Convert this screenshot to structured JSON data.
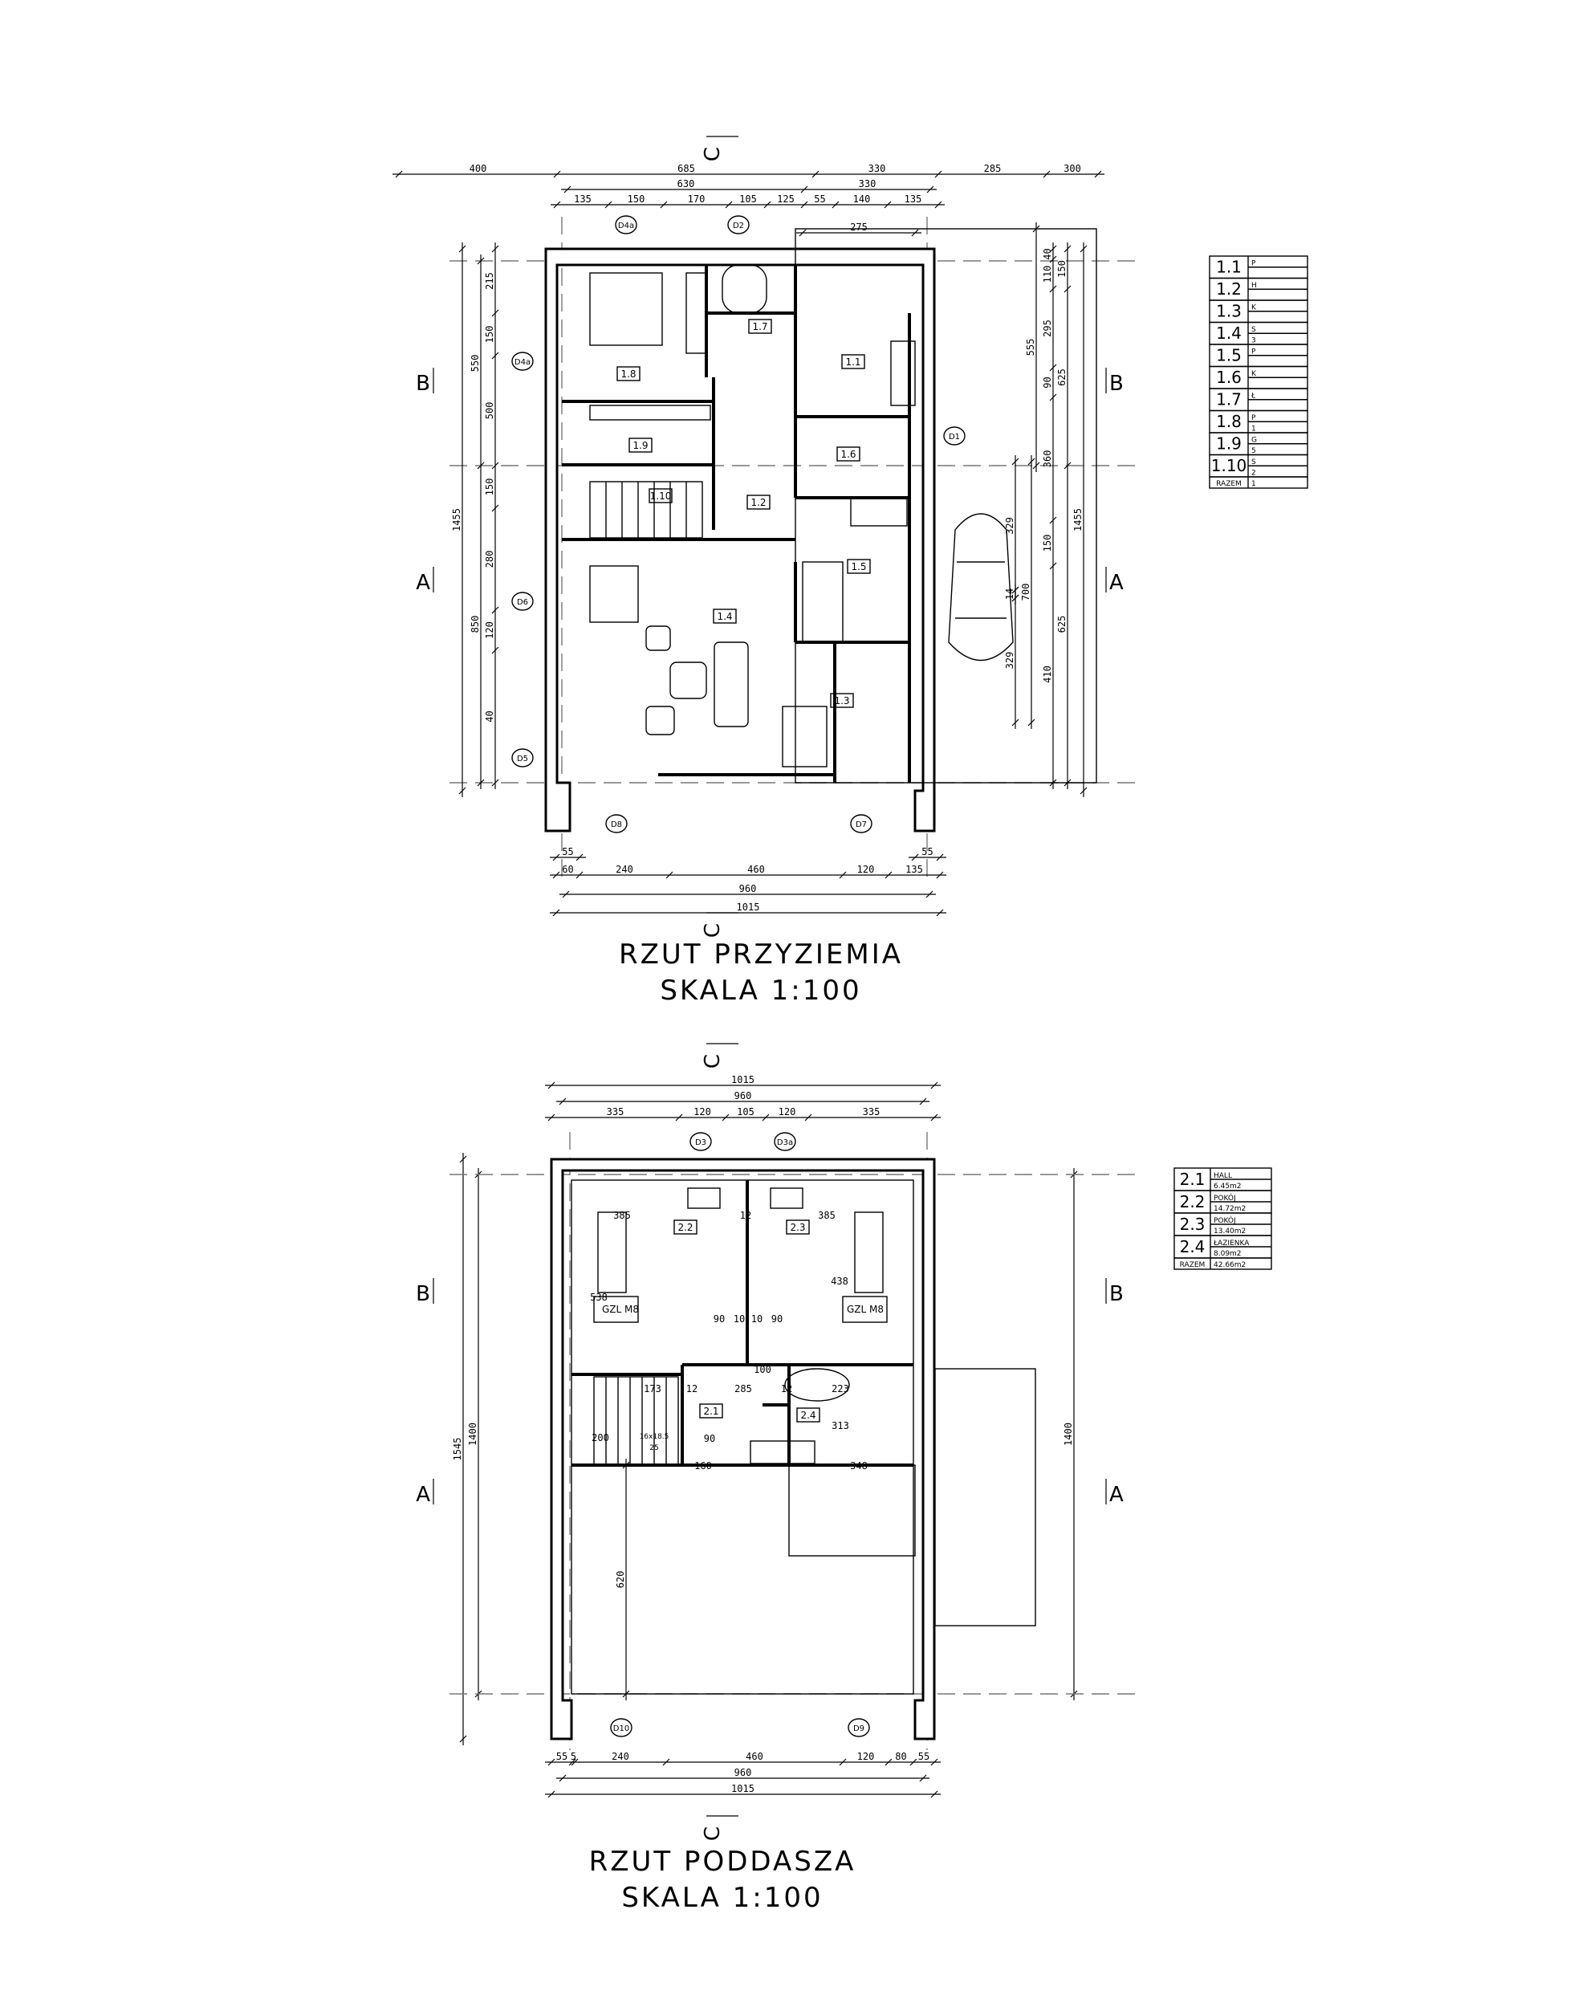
{
  "ground_floor": {
    "title": "RZUT PRZYZIEMIA",
    "scale": "SKALA 1:100",
    "rooms": [
      "1.1",
      "1.2",
      "1.3",
      "1.4",
      "1.5",
      "1.6",
      "1.7",
      "1.8",
      "1.9",
      "1.10"
    ],
    "openings": [
      "D4a",
      "D2",
      "D4a",
      "D1",
      "D6",
      "D5",
      "D8",
      "D7"
    ],
    "dims_top_1": [
      "400",
      "685",
      "330",
      "285",
      "300"
    ],
    "dims_top_2": [
      "630",
      "330"
    ],
    "dims_top_3": [
      "135",
      "150",
      "170",
      "105",
      "125",
      "55",
      "140",
      "135"
    ],
    "dims_bottom_1": [
      "55",
      "55"
    ],
    "dims_bottom_2": [
      "60",
      "240",
      "460",
      "120",
      "135"
    ],
    "dims_bottom_3": "960",
    "dims_bottom_4": "1015",
    "dims_left_total": "1455",
    "dims_left_mid": [
      "550",
      "850"
    ],
    "dims_left_inner": [
      "215",
      "150",
      "500",
      "150",
      "280",
      "120",
      "40"
    ],
    "dims_right_total": "1455",
    "dims_right_mid": [
      "150",
      "625",
      "625"
    ],
    "dims_right_inner": [
      "40",
      "110",
      "295",
      "90",
      "360",
      "150",
      "410"
    ],
    "dims_garage": [
      "555",
      "329",
      "14",
      "329",
      "14",
      "700"
    ],
    "sections": [
      "B",
      "B",
      "A",
      "A",
      "C",
      "C"
    ]
  },
  "ground_table": {
    "rows": [
      {
        "no": "1.1",
        "name": "P",
        "area": ""
      },
      {
        "no": "1.2",
        "name": "H",
        "area": ""
      },
      {
        "no": "1.3",
        "name": "K",
        "area": ""
      },
      {
        "no": "1.4",
        "name": "S",
        "area": "3"
      },
      {
        "no": "1.5",
        "name": "P",
        "area": ""
      },
      {
        "no": "1.6",
        "name": "K",
        "area": ""
      },
      {
        "no": "1.7",
        "name": "Ł",
        "area": ""
      },
      {
        "no": "1.8",
        "name": "P",
        "area": "1"
      },
      {
        "no": "1.9",
        "name": "G",
        "area": "5"
      },
      {
        "no": "1.10",
        "name": "S",
        "area": "2"
      }
    ],
    "total_label": "RAZEM",
    "total_value": "1"
  },
  "upper_floor": {
    "title": "RZUT PODDASZA",
    "scale": "SKALA 1:100",
    "rooms": [
      "2.1",
      "2.2",
      "2.3",
      "2.4"
    ],
    "openings": [
      "D3",
      "D3a",
      "D10",
      "D9"
    ],
    "labels": [
      "GZL M8",
      "GZL M8",
      "16x18.5",
      "25"
    ],
    "dims_top_1": "1015",
    "dims_top_2": "960",
    "dims_top_3": [
      "335",
      "120",
      "105",
      "120",
      "335"
    ],
    "dims_bottom_1": [
      "55",
      "5",
      "240",
      "460",
      "120",
      "80",
      "55"
    ],
    "dims_bottom_2": "960",
    "dims_bottom_3": "1015",
    "dims_left": [
      "1545",
      "1400",
      "620"
    ],
    "dims_right": "1400",
    "dims_inner": [
      "385",
      "12",
      "385",
      "538",
      "438",
      "90",
      "10",
      "10",
      "90",
      "173",
      "12",
      "285",
      "12",
      "223",
      "313",
      "348",
      "160",
      "90",
      "200",
      "100"
    ],
    "sections": [
      "B",
      "B",
      "A",
      "A",
      "C",
      "C"
    ]
  },
  "upper_table": {
    "rows": [
      {
        "no": "2.1",
        "name": "HALL",
        "area": "6.45m2"
      },
      {
        "no": "2.2",
        "name": "POKÓJ",
        "area": "14.72m2"
      },
      {
        "no": "2.3",
        "name": "POKÓJ",
        "area": "13.40m2"
      },
      {
        "no": "2.4",
        "name": "ŁAZIENKA",
        "area": "8.09m2"
      }
    ],
    "total_label": "RAZEM",
    "total_value": "42.66m2"
  }
}
